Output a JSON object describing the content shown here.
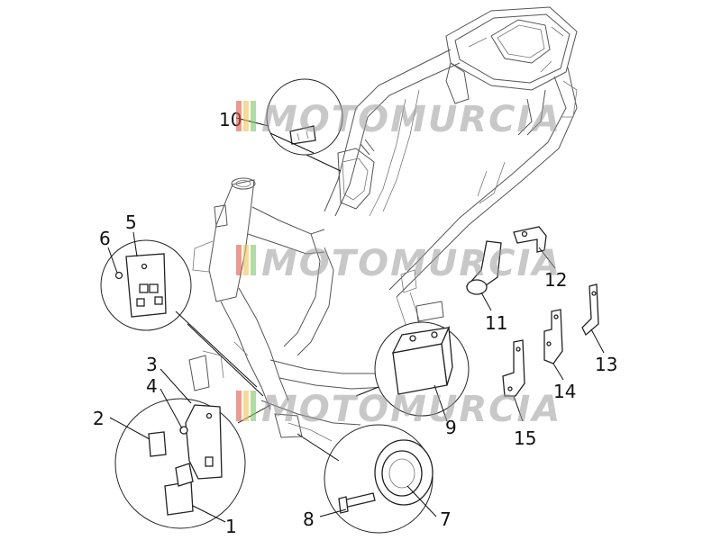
{
  "watermark": {
    "text": "MOTOMURCIA",
    "stripe_colors": [
      "#e0574a",
      "#f2c14e",
      "#7cc46b"
    ]
  },
  "callouts": [
    {
      "id": "1",
      "label": "1"
    },
    {
      "id": "2",
      "label": "2"
    },
    {
      "id": "3",
      "label": "3"
    },
    {
      "id": "4",
      "label": "4"
    },
    {
      "id": "5",
      "label": "5"
    },
    {
      "id": "6",
      "label": "6"
    },
    {
      "id": "7",
      "label": "7"
    },
    {
      "id": "8",
      "label": "8"
    },
    {
      "id": "9",
      "label": "9"
    },
    {
      "id": "10",
      "label": "10"
    },
    {
      "id": "11",
      "label": "11"
    },
    {
      "id": "12",
      "label": "12"
    },
    {
      "id": "13",
      "label": "13"
    },
    {
      "id": "14",
      "label": "14"
    },
    {
      "id": "15",
      "label": "15"
    }
  ],
  "colors": {
    "line": "#555555",
    "part_outline": "#222222",
    "background": "#ffffff"
  }
}
